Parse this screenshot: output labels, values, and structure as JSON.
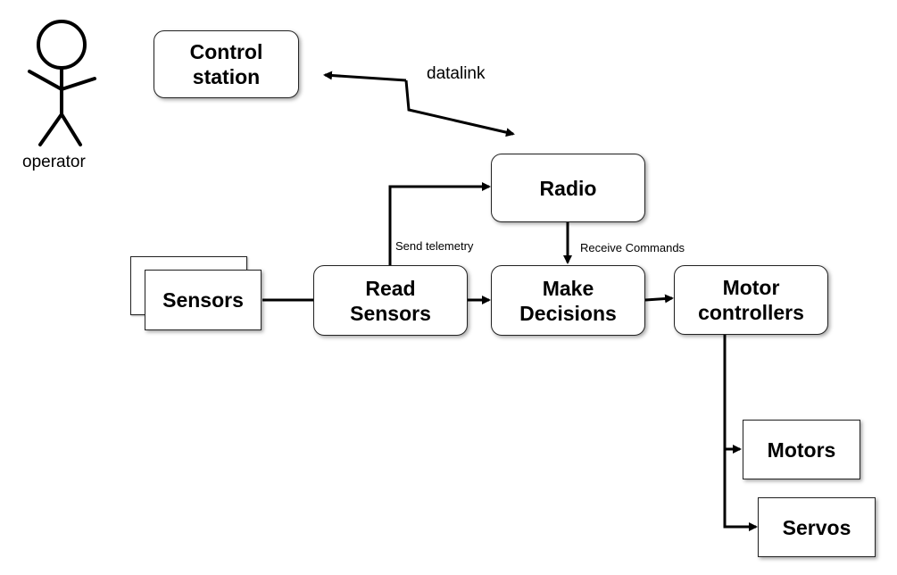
{
  "operator": {
    "label": "operator"
  },
  "nodes": {
    "control_station": "Control\nstation",
    "radio": "Radio",
    "sensors": "Sensors",
    "read_sensors": "Read\nSensors",
    "make_decisions": "Make\nDecisions",
    "motor_controllers": "Motor\ncontrollers",
    "motors": "Motors",
    "servos": "Servos"
  },
  "edges": {
    "datalink": "datalink",
    "send_telemetry": "Send telemetry",
    "receive_commands": "Receive Commands"
  },
  "colors": {
    "line": "#000000",
    "box_border": "#222222",
    "background": "#ffffff"
  }
}
